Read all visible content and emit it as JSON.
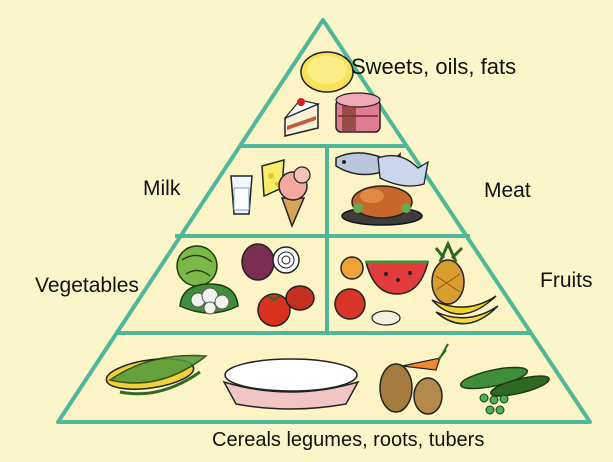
{
  "colors": {
    "background": "#fbf6c9",
    "pyramid_fill": "#fdf4c6",
    "pyramid_outline": "#4fb79a"
  },
  "pyramid": {
    "top": {
      "label": "Sweets, oils, fats",
      "items": [
        "lemon-tart-icon",
        "cake-slice-icon",
        "layer-cake-icon"
      ]
    },
    "tier2_left": {
      "label": "Milk",
      "items": [
        "milk-glass-icon",
        "cheese-icon",
        "ice-cream-cone-icon"
      ]
    },
    "tier2_right": {
      "label": "Meat",
      "items": [
        "fish-icon",
        "roast-chicken-icon"
      ]
    },
    "tier3_left": {
      "label": "Vegetables",
      "items": [
        "cabbage-icon",
        "cauliflower-icon",
        "onion-icon",
        "tomato-icon"
      ]
    },
    "tier3_right": {
      "label": "Fruits",
      "items": [
        "orange-icon",
        "watermelon-icon",
        "apple-icon",
        "pineapple-icon",
        "banana-icon"
      ]
    },
    "base": {
      "label": "Cereals legumes, roots, tubers",
      "items": [
        "corn-icon",
        "rice-bowl-icon",
        "potato-carrot-icon",
        "peas-icon"
      ]
    }
  }
}
